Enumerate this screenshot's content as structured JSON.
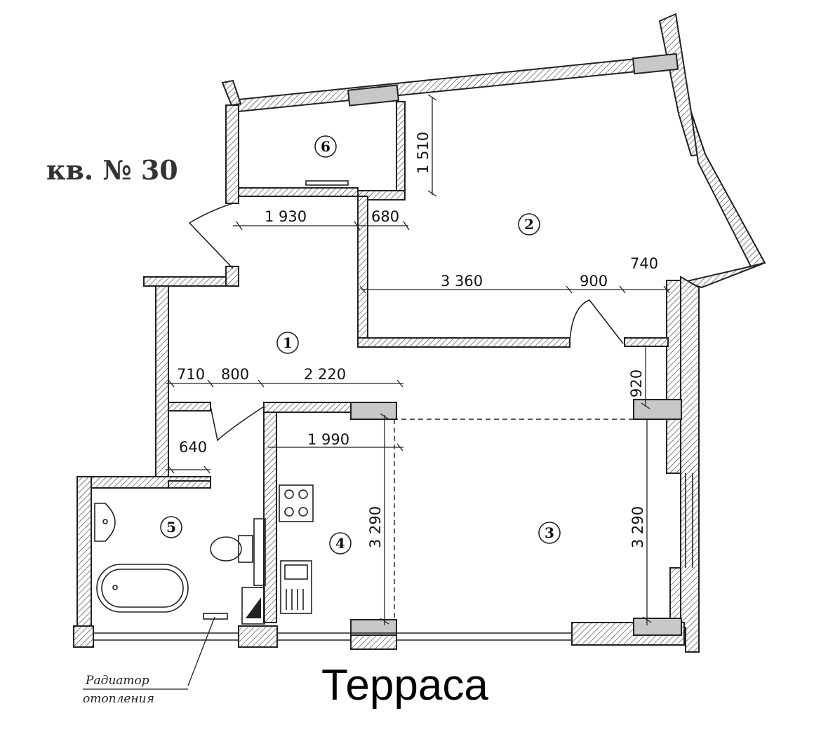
{
  "title": "кв. № 30",
  "terrace_label": "Терраса",
  "radiator_note": {
    "line1": "Радиатор",
    "line2": "отопления"
  },
  "rooms": [
    "1",
    "2",
    "3",
    "4",
    "5",
    "6"
  ],
  "dimensions": {
    "d1930": "1 930",
    "d680": "680",
    "d1510": "1 510",
    "d3360": "3 360",
    "d900": "900",
    "d740": "740",
    "d710": "710",
    "d800": "800",
    "d2220": "2 220",
    "d920": "920",
    "d1990": "1 990",
    "d640": "640",
    "d3290a": "3 290",
    "d3290b": "3 290"
  }
}
